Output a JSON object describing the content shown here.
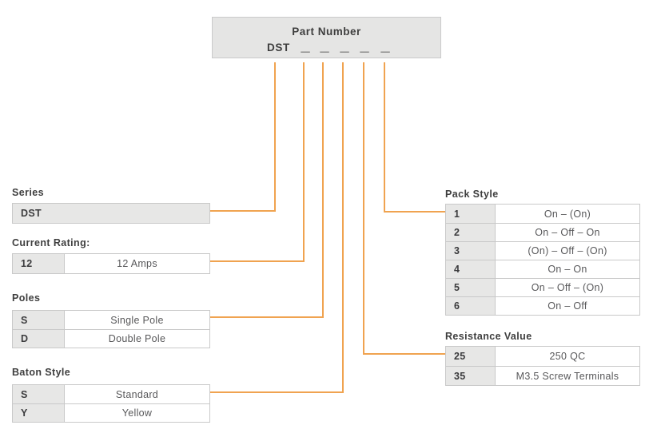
{
  "part_number": {
    "title": "Part Number",
    "prefix": "DST",
    "blanks": [
      "_",
      "_",
      "_",
      "_",
      "_"
    ]
  },
  "colors": {
    "accent": "#F0A350",
    "table_border": "#C9C9C9",
    "key_fill": "#E7E7E6",
    "box_fill": "#E5E5E4",
    "box_border": "#CACACA",
    "label_text": "#3E3E3E",
    "key_text": "#3B3B3D",
    "value_text": "#58585A"
  },
  "tables": {
    "series": {
      "label": "Series",
      "rows": [
        {
          "key": "DST",
          "value": ""
        }
      ]
    },
    "current_rating": {
      "label": "Current Rating:",
      "rows": [
        {
          "key": "12",
          "value": "12 Amps"
        }
      ]
    },
    "poles": {
      "label": "Poles",
      "rows": [
        {
          "key": "S",
          "value": "Single Pole"
        },
        {
          "key": "D",
          "value": "Double Pole"
        }
      ]
    },
    "baton_style": {
      "label": "Baton Style",
      "rows": [
        {
          "key": "S",
          "value": "Standard"
        },
        {
          "key": "Y",
          "value": "Yellow"
        }
      ]
    },
    "pack_style": {
      "label": "Pack Style",
      "rows": [
        {
          "key": "1",
          "value": "On – (On)"
        },
        {
          "key": "2",
          "value": "On – Off – On"
        },
        {
          "key": "3",
          "value": "(On) – Off – (On)"
        },
        {
          "key": "4",
          "value": "On – On"
        },
        {
          "key": "5",
          "value": "On – Off – (On)"
        },
        {
          "key": "6",
          "value": "On – Off"
        }
      ]
    },
    "resistance_value": {
      "label": "Resistance Value",
      "rows": [
        {
          "key": "25",
          "value": "250 QC"
        },
        {
          "key": "35",
          "value": "M3.5 Screw Terminals"
        }
      ]
    }
  }
}
